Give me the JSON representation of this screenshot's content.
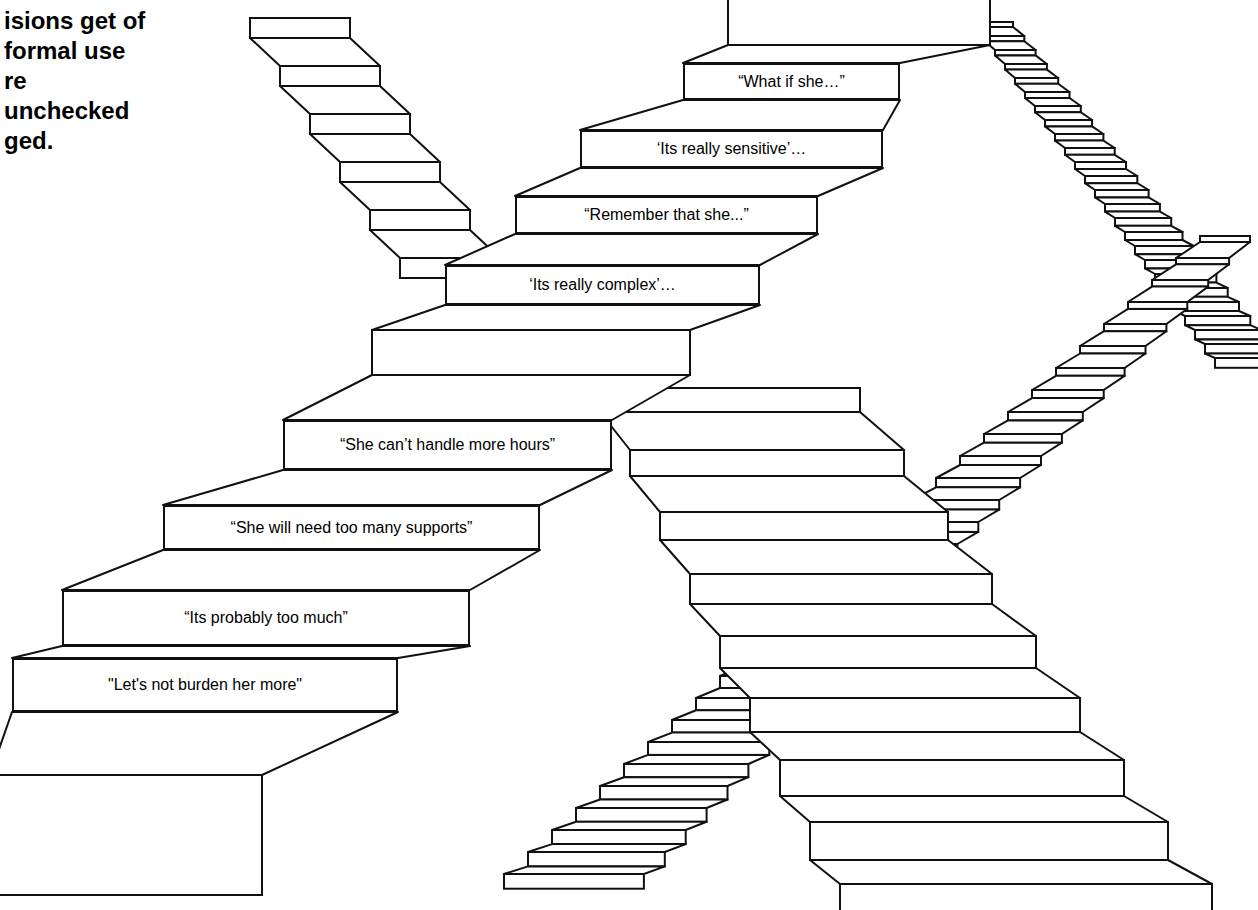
{
  "diagram": {
    "title": "isions get of formal use re unchecked ged.",
    "nodes": [
      {
        "text": [
          "“What if she…”"
        ]
      },
      {
        "text": [
          "‘Its really sensitive’…"
        ]
      },
      {
        "text": [
          "“Remember that she...”"
        ]
      },
      {
        "text": [
          "‘Its really complex’…"
        ]
      },
      {
        "text": [
          "“She can’t handle more hours”"
        ]
      },
      {
        "text": [
          "“She will need too many supports”"
        ]
      },
      {
        "text": [
          "“Its probably too much”"
        ]
      },
      {
        "text": [
          "\"Let's not burden her more\""
        ]
      }
    ]
  }
}
